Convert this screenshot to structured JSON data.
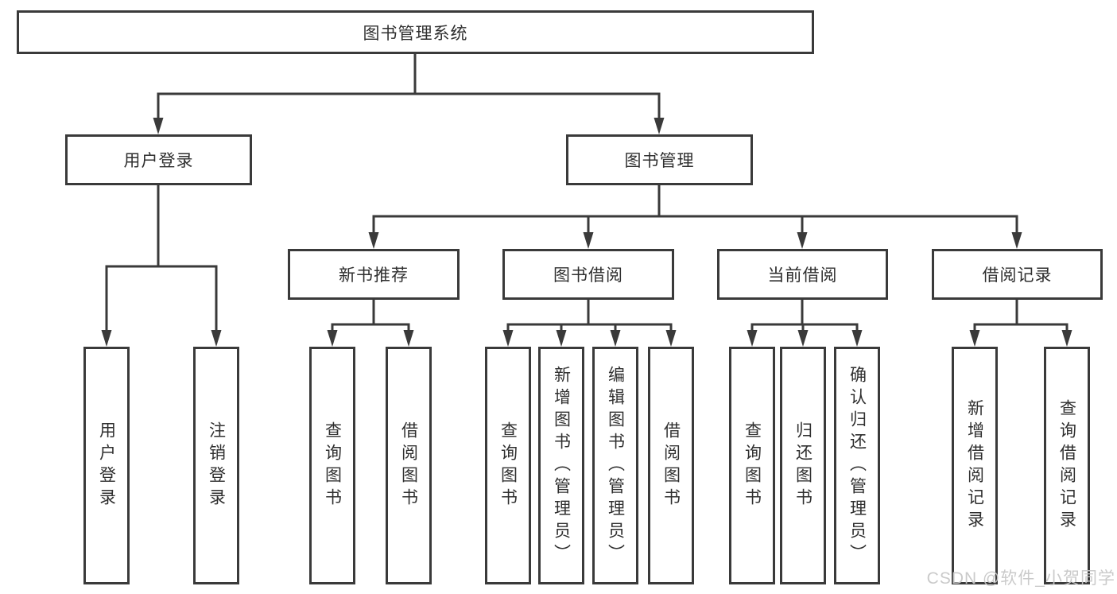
{
  "watermark": "CSDN @软件_小贺同学",
  "colors": {
    "line": "#3a3a3a",
    "text": "#2f2f2f",
    "watermark_text": "#c8c8c8",
    "background": "#ffffff"
  },
  "tree": {
    "root": "图书管理系统",
    "branches": [
      {
        "label": "用户登录",
        "children": [
          "用户登录",
          "注销登录"
        ]
      },
      {
        "label": "图书管理",
        "children": [
          {
            "label": "新书推荐",
            "children": [
              "查询图书",
              "借阅图书"
            ]
          },
          {
            "label": "图书借阅",
            "children": [
              "查询图书",
              "新增图书（管理员）",
              "编辑图书（管理员）",
              "借阅图书"
            ]
          },
          {
            "label": "当前借阅",
            "children": [
              "查询图书",
              "归还图书",
              "确认归还（管理员）"
            ]
          },
          {
            "label": "借阅记录",
            "children": [
              "新增借阅记录",
              "查询借阅记录"
            ]
          }
        ]
      }
    ]
  }
}
